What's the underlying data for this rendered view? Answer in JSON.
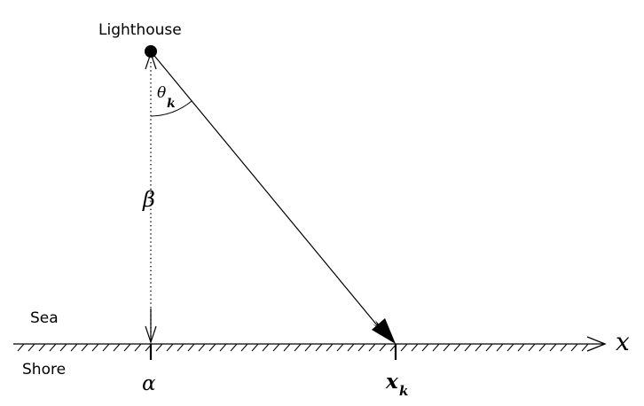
{
  "labels": {
    "lighthouse": "Lighthouse",
    "sea": "Sea",
    "shore": "Shore",
    "beta": "β",
    "alpha": "α",
    "theta": "θ",
    "theta_sub": "k",
    "x_axis": "x",
    "xk": "x",
    "xk_sub": "k"
  }
}
